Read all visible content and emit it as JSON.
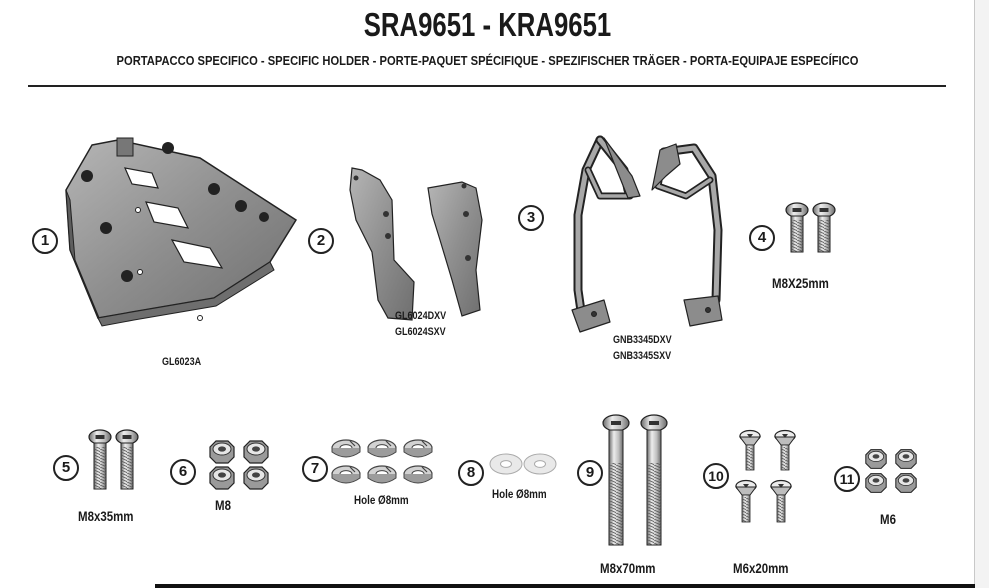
{
  "header": {
    "title": "SRA9651 - KRA9651",
    "subtitle": "PORTAPACCO SPECIFICO - SPECIFIC HOLDER - PORTE-PAQUET SPÉCIFIQUE - SPEZIFISCHER TRÄGER - PORTA-EQUIPAJE ESPECÍFICO"
  },
  "items": [
    {
      "number": "1",
      "codes": [
        "GL6023A"
      ]
    },
    {
      "number": "2",
      "codes": [
        "GL6024DXV",
        "GL6024SXV"
      ]
    },
    {
      "number": "3",
      "codes": [
        "GNB3345DXV",
        "GNB3345SXV"
      ]
    },
    {
      "number": "4",
      "size": "M8X25mm"
    },
    {
      "number": "5",
      "size": "M8x35mm"
    },
    {
      "number": "6",
      "size": "M8"
    },
    {
      "number": "7",
      "size": "Hole Ø8mm"
    },
    {
      "number": "8",
      "size": "Hole Ø8mm"
    },
    {
      "number": "9",
      "size": "M8x70mm"
    },
    {
      "number": "10",
      "size": "M6x20mm"
    },
    {
      "number": "11",
      "size": "M6"
    }
  ]
}
